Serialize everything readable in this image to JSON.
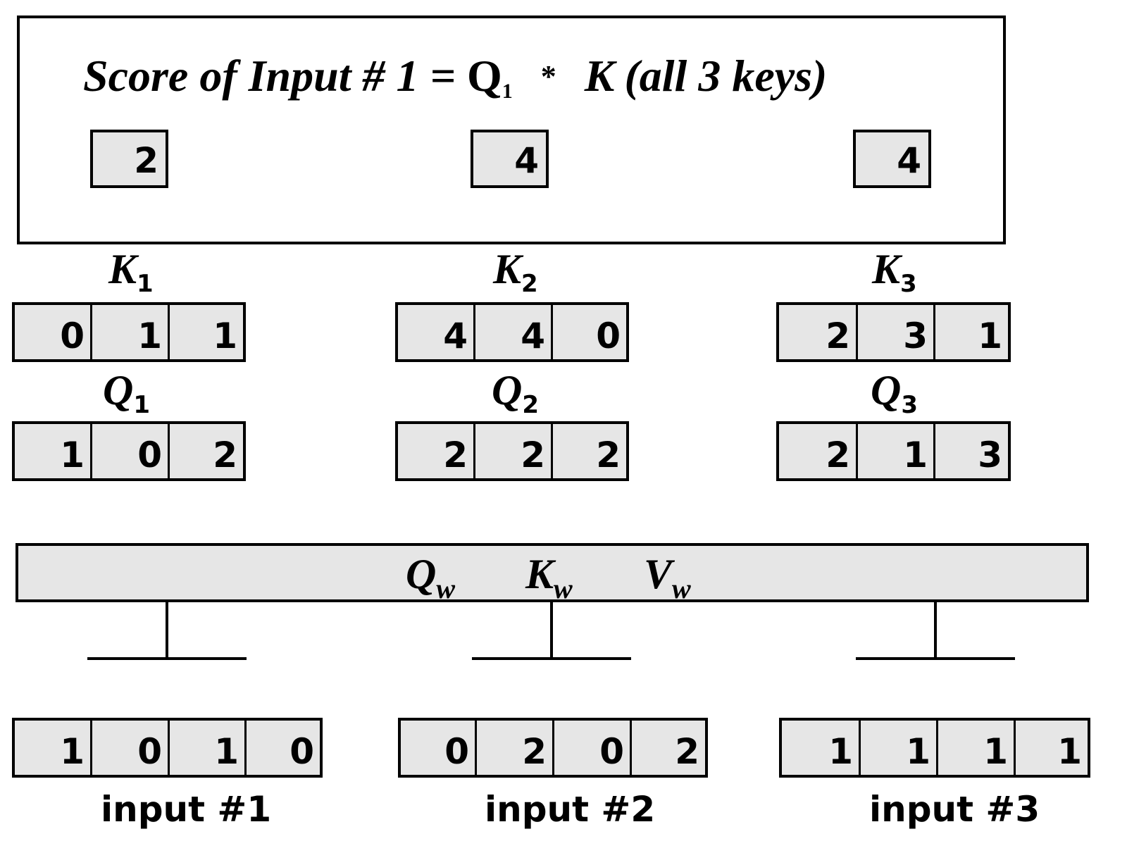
{
  "formula": {
    "prefix": "Score of  Input # 1 = ",
    "q": "Q",
    "q_sub": "1",
    "times": "*",
    "k": "K",
    "paren": "(all 3 keys)"
  },
  "scores": [
    "2",
    "4",
    "4"
  ],
  "keys": [
    {
      "name": "K",
      "sub": "1",
      "values": [
        "0",
        "1",
        "1"
      ]
    },
    {
      "name": "K",
      "sub": "2",
      "values": [
        "4",
        "4",
        "0"
      ]
    },
    {
      "name": "K",
      "sub": "3",
      "values": [
        "2",
        "3",
        "1"
      ]
    }
  ],
  "queries": [
    {
      "name": "Q",
      "sub": "1",
      "values": [
        "1",
        "0",
        "2"
      ]
    },
    {
      "name": "Q",
      "sub": "2",
      "values": [
        "2",
        "2",
        "2"
      ]
    },
    {
      "name": "Q",
      "sub": "3",
      "values": [
        "2",
        "1",
        "3"
      ]
    }
  ],
  "weights": {
    "q": "Q",
    "q_sub": "w",
    "k": "K",
    "k_sub": "w",
    "v": "V",
    "v_sub": "w"
  },
  "inputs": [
    {
      "label": "input #1",
      "values": [
        "1",
        "0",
        "1",
        "0"
      ]
    },
    {
      "label": "input #2",
      "values": [
        "0",
        "2",
        "0",
        "2"
      ]
    },
    {
      "label": "input #3",
      "values": [
        "1",
        "1",
        "1",
        "1"
      ]
    }
  ]
}
